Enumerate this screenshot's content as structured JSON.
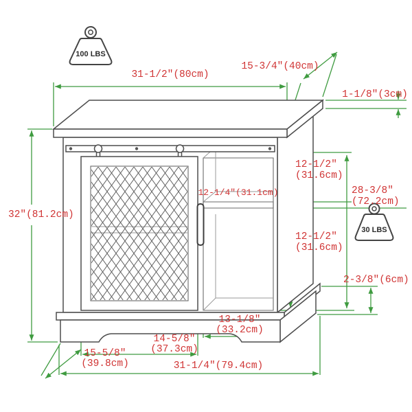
{
  "diagram": {
    "type": "product-dimension-drawing",
    "subject": "farmhouse sliding barn-door accent cabinet",
    "colors": {
      "dimension_line": "#3f9b40",
      "label_text": "#d03434",
      "drawing_line": "#4d4d4d",
      "background": "#ffffff"
    },
    "weights": {
      "top": "100 LBS",
      "side": "30 LBS"
    },
    "dims": {
      "top_width": "31-1/2″(80cm)",
      "top_depth": "15-3/4″(40cm)",
      "top_thickness": "1-1/8″(3cm)",
      "left_height": "32″(81.2cm)",
      "upper_opening_l1": "12-1/2″",
      "upper_opening_l2": "(31.6cm)",
      "inner_width": "12-1/4″(31.1cm)",
      "side_height_l1": "28-3/8″",
      "side_height_l2": "(72.2cm)",
      "lower_opening_l1": "12-1/2″",
      "lower_opening_l2": "(31.6cm)",
      "base_height": "2-3/8″(6cm)",
      "opening_width_l1": "13-1/8″",
      "opening_width_l2": "(33.2cm)",
      "door_width_l1": "14-5/8″",
      "door_width_l2": "(37.3cm)",
      "base_depth_l1": "15-5/8″",
      "base_depth_l2": "(39.8cm)",
      "bottom_width": "31-1/4″(79.4cm)"
    }
  }
}
